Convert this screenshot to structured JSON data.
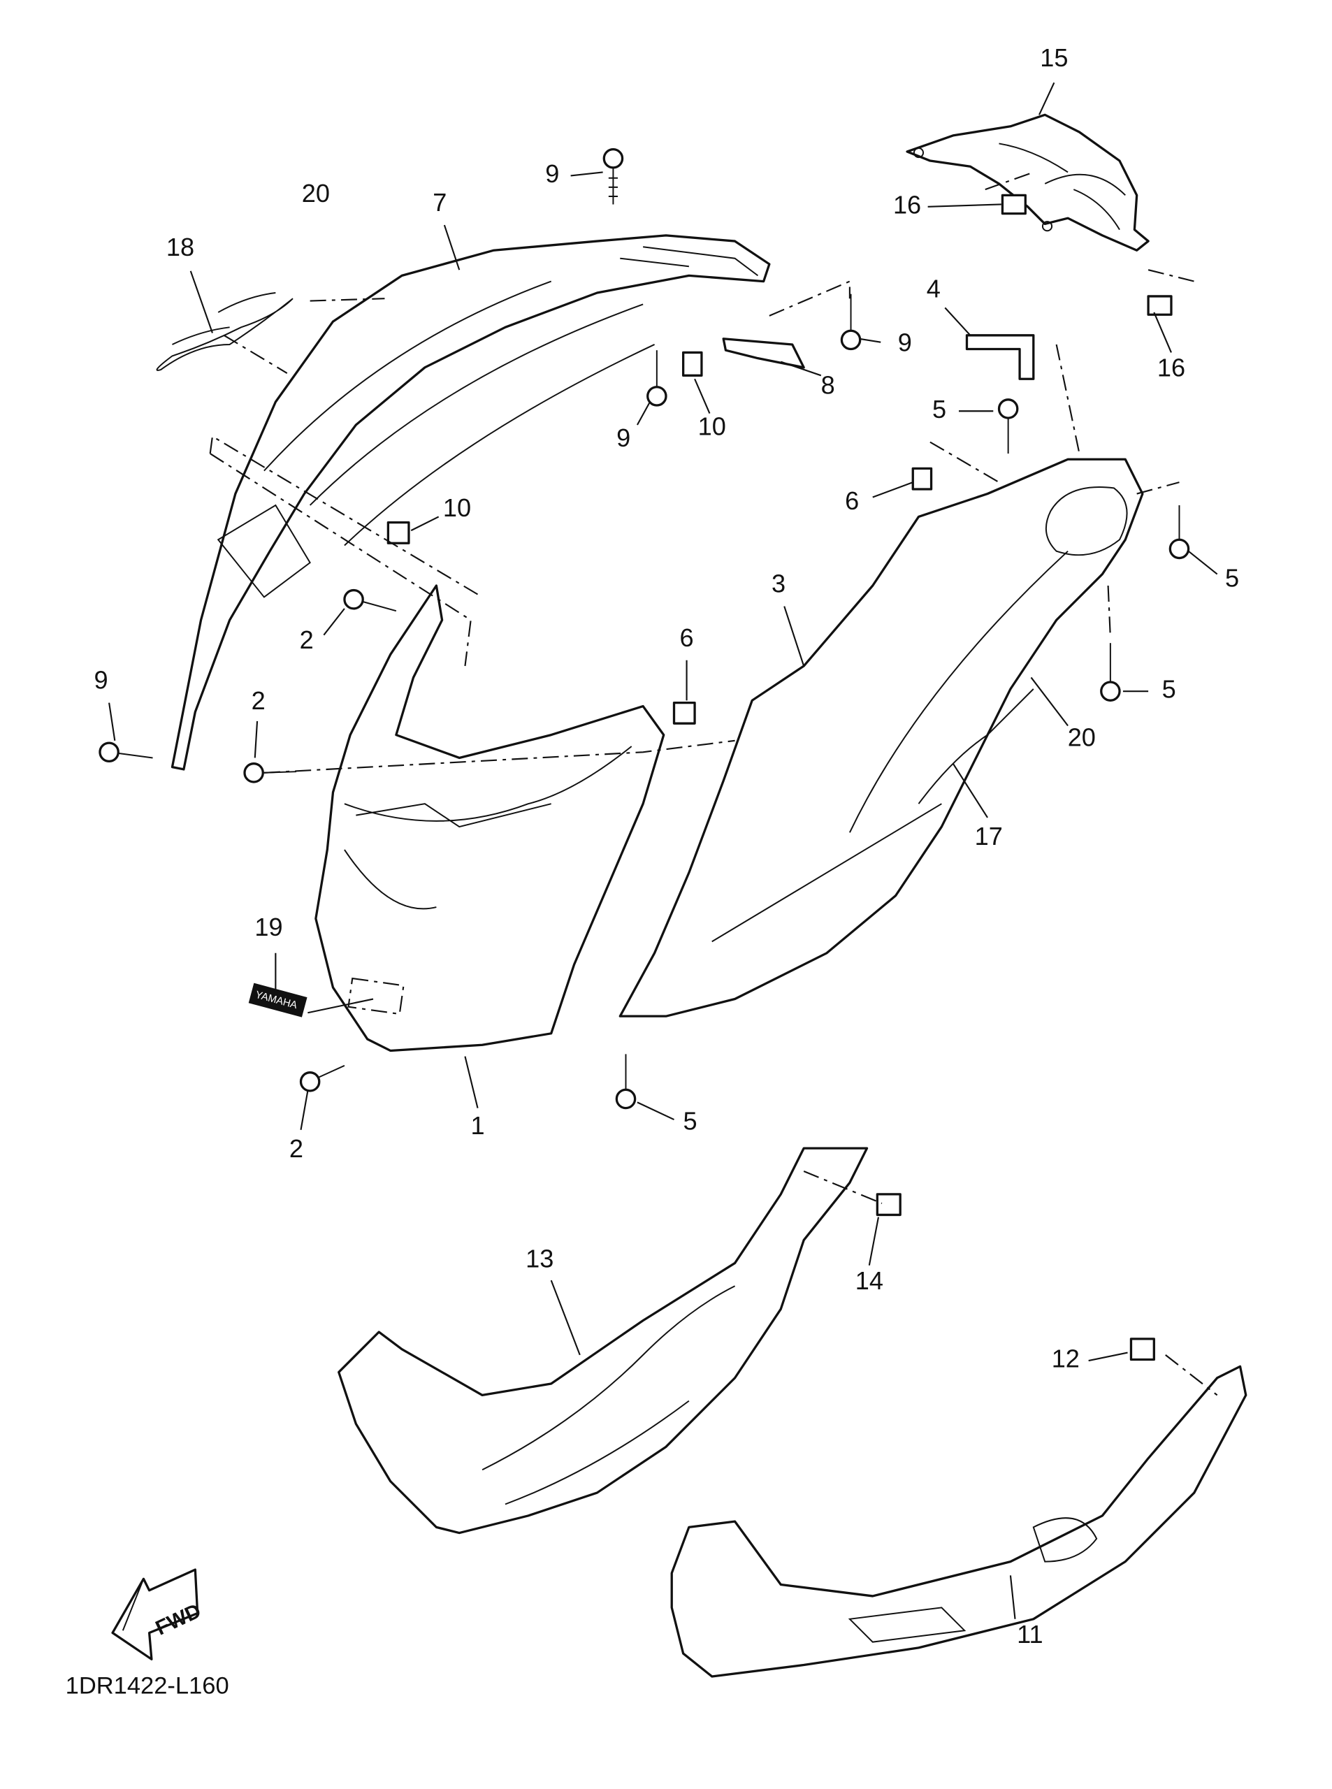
{
  "diagram_code": "1DR1422-L160",
  "fwd_label": "FWD",
  "decal_text": "YAMAHA",
  "callouts": [
    "15",
    "16",
    "16",
    "9",
    "20",
    "7",
    "18",
    "9",
    "4",
    "8",
    "9",
    "10",
    "5",
    "6",
    "10",
    "5",
    "3",
    "2",
    "6",
    "9",
    "2",
    "5",
    "20",
    "17",
    "19",
    "1",
    "2",
    "5",
    "13",
    "14",
    "12",
    "11"
  ]
}
